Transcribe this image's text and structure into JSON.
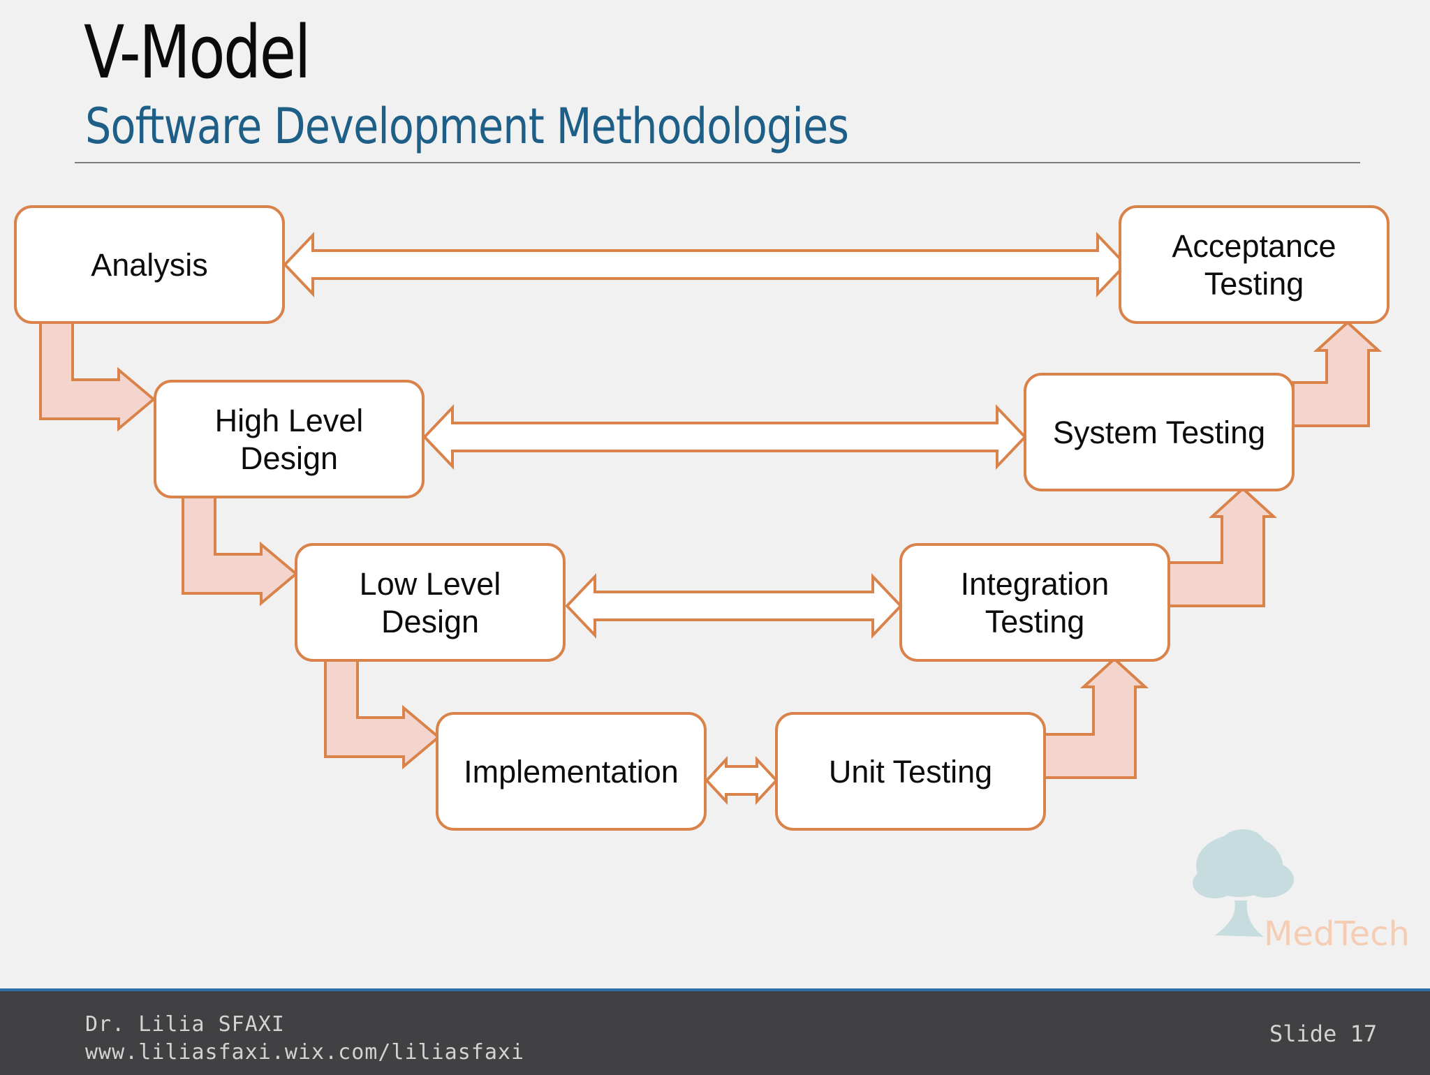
{
  "slide": {
    "title": "V-Model",
    "subtitle": "Software Development Methodologies"
  },
  "diagram": {
    "stages": [
      {
        "id": "analysis",
        "lines": [
          "Analysis"
        ]
      },
      {
        "id": "high-level-design",
        "lines": [
          "High Level",
          "Design"
        ]
      },
      {
        "id": "low-level-design",
        "lines": [
          "Low Level",
          "Design"
        ]
      },
      {
        "id": "implementation",
        "lines": [
          "Implementation"
        ]
      },
      {
        "id": "unit-testing",
        "lines": [
          "Unit Testing"
        ]
      },
      {
        "id": "integration-testing",
        "lines": [
          "Integration",
          "Testing"
        ]
      },
      {
        "id": "system-testing",
        "lines": [
          "System Testing"
        ]
      },
      {
        "id": "acceptance-testing",
        "lines": [
          "Acceptance",
          "Testing"
        ]
      }
    ],
    "colors": {
      "box_border": "#d9824a",
      "box_fill": "#ffffff",
      "flow_arrow_fill": "#f4d5cd",
      "link_arrow_fill": "#ffffff"
    }
  },
  "logo": {
    "text": "MedTech",
    "icon": "tree-icon"
  },
  "footer": {
    "author": "Dr. Lilia SFAXI",
    "website": "www.liliasfaxi.wix.com/liliasfaxi",
    "slide_number": "Slide 17"
  }
}
